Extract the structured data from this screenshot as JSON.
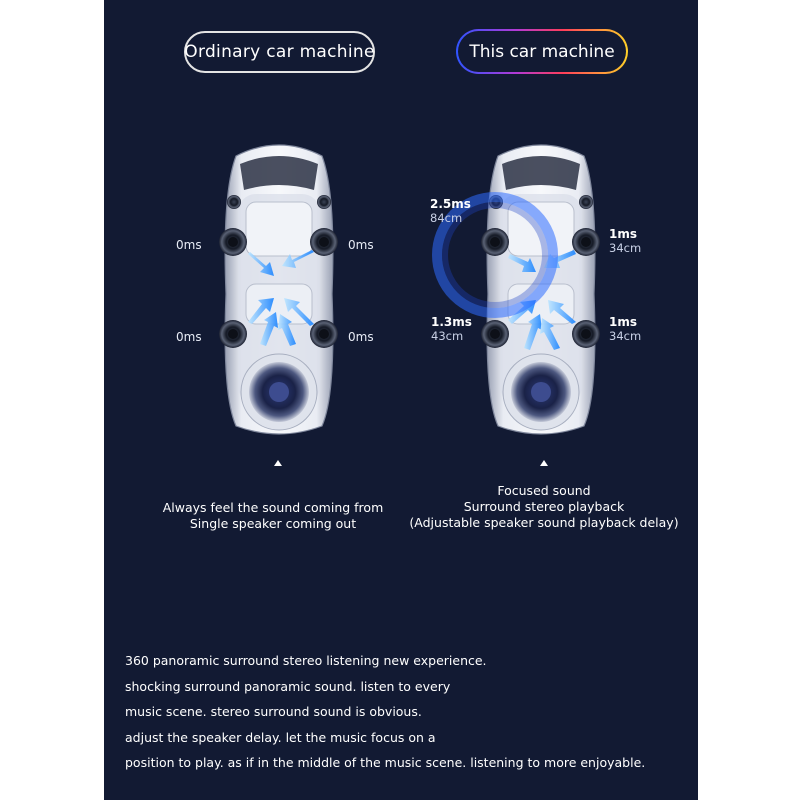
{
  "header": {
    "ordinary_label": "Ordinary car machine",
    "this_label": "This car machine"
  },
  "left_car": {
    "front_left": "0ms",
    "front_right": "0ms",
    "rear_left": "0ms",
    "rear_right": "0ms",
    "caption_lines": [
      "Always feel the sound coming from",
      "Single speaker coming out"
    ]
  },
  "right_car": {
    "front_left_ms": "2.5ms",
    "front_left_cm": "84cm",
    "front_right_ms": "1ms",
    "front_right_cm": "34cm",
    "rear_left_ms": "1.3ms",
    "rear_left_cm": "43cm",
    "rear_right_ms": "1ms",
    "rear_right_cm": "34cm",
    "caption_lines": [
      "Focused sound",
      "Surround stereo playback",
      "(Adjustable speaker sound playback delay)"
    ]
  },
  "description_lines": [
    "360 panoramic surround stereo listening new experience.",
    "shocking surround panoramic sound. listen to every",
    "music scene. stereo surround sound is obvious.",
    "adjust the speaker delay. let the music focus on a",
    "position to play. as if in the middle of the music scene. listening to more enjoyable."
  ],
  "colors": {
    "background": "#121a33",
    "page": "#ffffff",
    "accent_gradient": [
      "#2f54ff",
      "#b23ad6",
      "#ff3d5a",
      "#ffd128"
    ],
    "sound_arrow": "#4aa8ff"
  },
  "icons": [
    "speaker-icon",
    "sound-arrow-icon",
    "subwoofer-icon",
    "triangle-pointer-icon"
  ]
}
